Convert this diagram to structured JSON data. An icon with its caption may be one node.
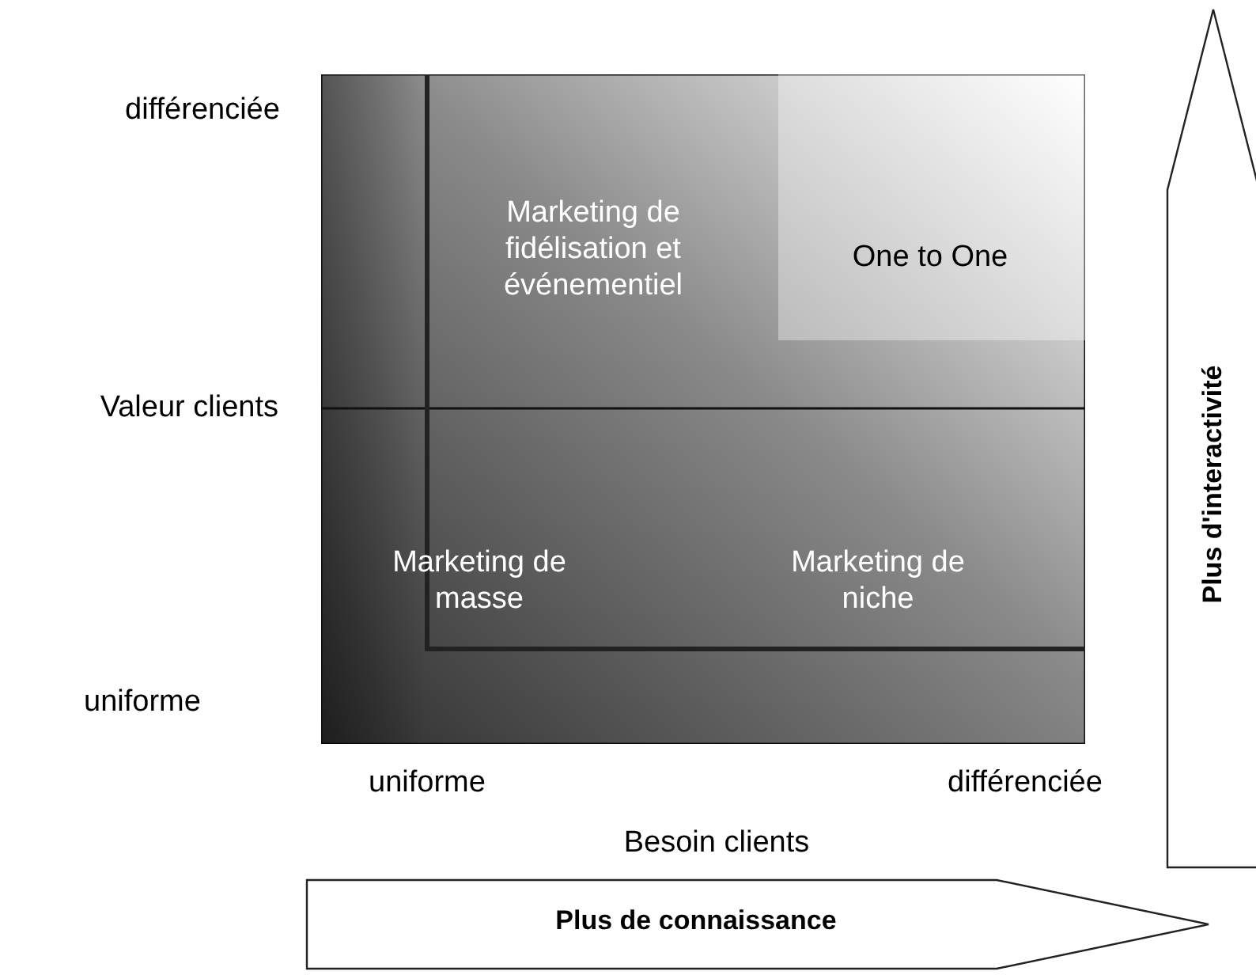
{
  "diagram": {
    "nodes": [
      {
        "text": [],
        "shape": "box"
      },
      {
        "text": [
          "Marketing de fidélisation et événementiel"
        ],
        "in": 0
      },
      {
        "text": [
          "One to One"
        ],
        "in": 0
      },
      {
        "text": [
          "Marketing de masse"
        ],
        "in": 0
      },
      {
        "text": [
          "Marketing de niche"
        ],
        "in": 0
      },
      {
        "text": [
          "Plus d'interactivité"
        ]
      },
      {
        "text": [
          "Plus de connaissance"
        ]
      }
    ],
    "labels": [
      "différenciée",
      "Valeur clients",
      "uniforme",
      "uniforme",
      "différenciée",
      "Besoin clients"
    ]
  }
}
